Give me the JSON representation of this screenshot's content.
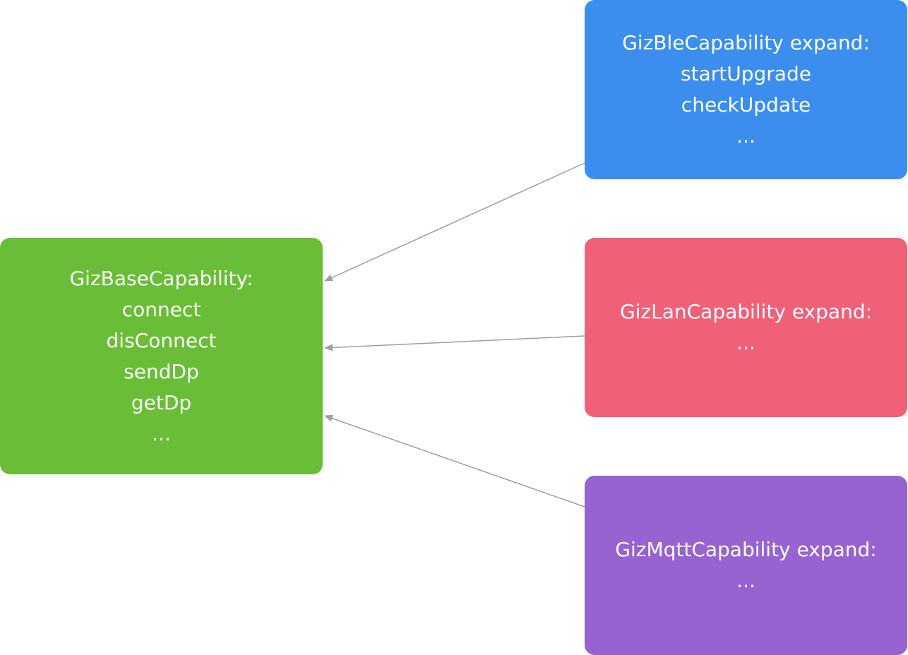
{
  "nodes": {
    "base": {
      "color": "#6abe37",
      "lines": [
        "GizBaseCapability:",
        "connect",
        "disConnect",
        "sendDp",
        "getDp",
        "..."
      ]
    },
    "ble": {
      "color": "#3b8eee",
      "lines": [
        "GizBleCapability expand:",
        "startUpgrade",
        "checkUpdate",
        "..."
      ]
    },
    "lan": {
      "color": "#f06178",
      "lines": [
        "GizLanCapability expand:",
        "..."
      ]
    },
    "mqtt": {
      "color": "#9663d0",
      "lines": [
        "GizMqttCapability expand:",
        "..."
      ]
    }
  },
  "edges": [
    {
      "from": "ble",
      "to": "base"
    },
    {
      "from": "lan",
      "to": "base"
    },
    {
      "from": "mqtt",
      "to": "base"
    }
  ],
  "edge_color": "#9e9e9e"
}
